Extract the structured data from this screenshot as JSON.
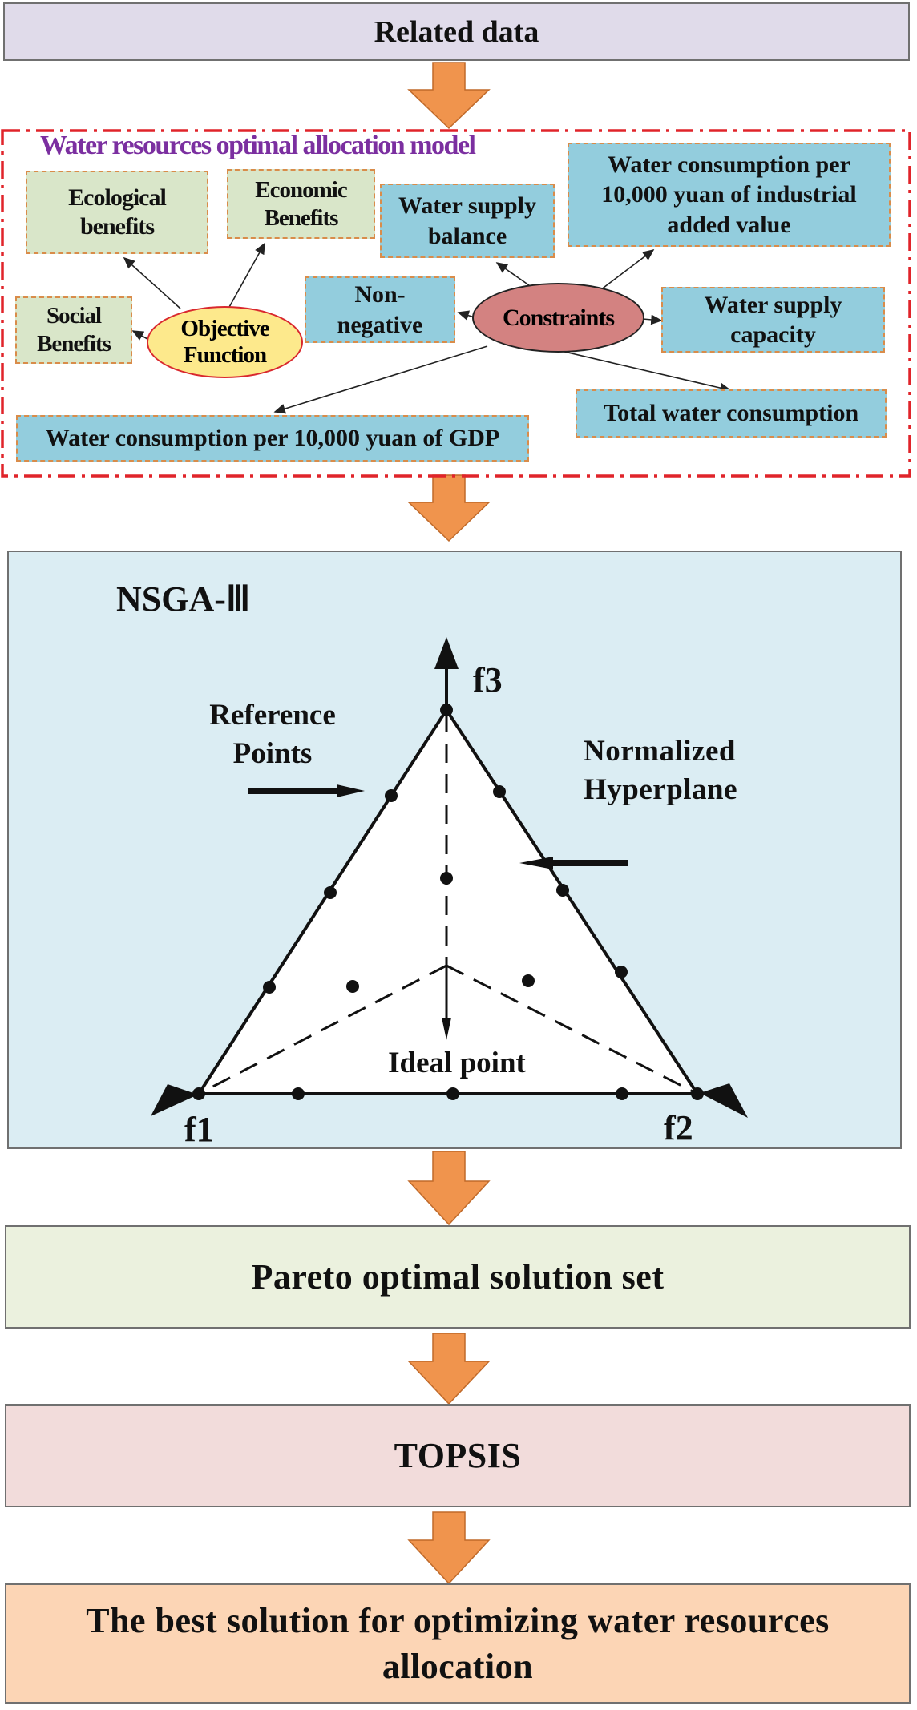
{
  "flow": {
    "related_data": "Related data",
    "model_title": "Water resources optimal allocation model",
    "objective_function": "Objective Function",
    "ecological_benefits": "Ecological benefits",
    "economic_benefits": "Economic Benefits",
    "social_benefits": "Social Benefits",
    "constraints": "Constraints",
    "water_supply_balance": "Water supply balance",
    "industrial_water": "Water consumption per 10,000 yuan of industrial added value",
    "non_negative": "Non-negative",
    "water_supply_capacity": "Water supply capacity",
    "total_water": "Total water consumption",
    "gdp_water": "Water consumption per 10,000 yuan of GDP",
    "nsga_title": "NSGA-Ⅲ",
    "reference_points": "Reference Points",
    "normalized_hyperplane": "Normalized Hyperplane",
    "ideal_point": "Ideal point",
    "axis_f1": "f1",
    "axis_f2": "f2",
    "axis_f3": "f3",
    "pareto": "Pareto optimal solution set",
    "topsis": "TOPSIS",
    "best_solution": "The best solution for optimizing water resources allocation"
  },
  "colors": {
    "arrow": "#f0944d",
    "model_border": "#e0242a",
    "model_title": "#7b2fa0",
    "nsga_bg": "#dbedf3"
  }
}
